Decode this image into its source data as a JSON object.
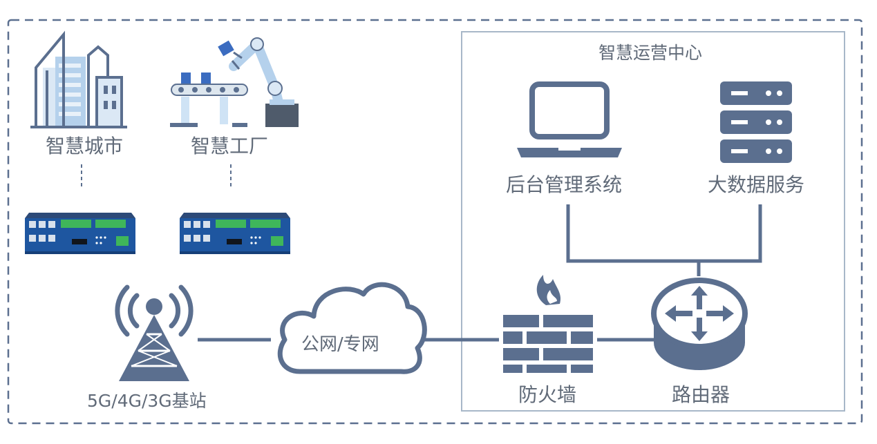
{
  "left_scenes": {
    "smart_city": "智慧城市",
    "smart_factory": "智慧工厂"
  },
  "base_station": "5G/4G/3G基站",
  "network": "公网/专网",
  "ops_center": {
    "title": "智慧运营中心",
    "backend": "后台管理系统",
    "big_data": "大数据服务",
    "firewall": "防火墙",
    "router": "路由器"
  },
  "colors": {
    "dark": "#5b6f8f",
    "light": "#b5d1ec",
    "panel_border": "#a7b7c8",
    "dash_border": "#5b6f8f",
    "text": "#606a78",
    "gateway_body": "#1e56a0"
  },
  "icons": [
    "building-icon",
    "factory-robot-icon",
    "gateway-device-icon",
    "antenna-tower-icon",
    "cloud-icon",
    "laptop-icon",
    "server-icon",
    "firewall-icon",
    "router-icon"
  ]
}
